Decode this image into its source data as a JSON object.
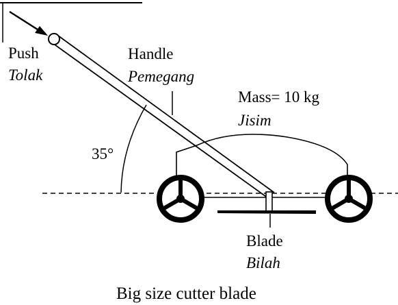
{
  "labels": {
    "push": "Push",
    "push_alt": "Tolak",
    "handle": "Handle",
    "handle_alt": "Pemegang",
    "mass": "Mass= 10 kg",
    "mass_alt": "Jisim",
    "angle": "35°",
    "blade": "Blade",
    "blade_alt": "Bilah",
    "caption": "Big size cutter blade"
  },
  "colors": {
    "ink": "#000000",
    "background": "#ffffff"
  }
}
